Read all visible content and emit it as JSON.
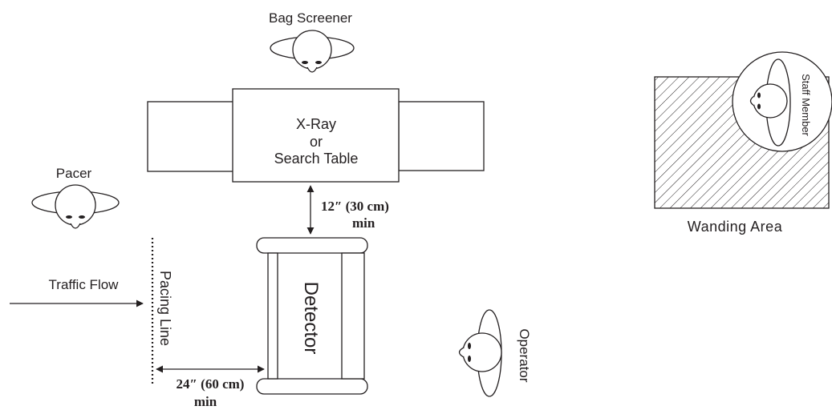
{
  "labels": {
    "bag_screener": "Bag Screener",
    "xray_line1": "X-Ray",
    "xray_line2": "or",
    "xray_line3": "Search Table",
    "pacer": "Pacer",
    "gap_xray_detector_line1": "12″ (30 cm)",
    "gap_xray_detector_line2": "min",
    "traffic_flow": "Traffic Flow",
    "pacing_line": "Pacing Line",
    "detector": "Detector",
    "operator": "Operator",
    "gap_pacing_detector_line1": "24″ (60 cm)",
    "gap_pacing_detector_line2": "min",
    "wanding_area": "Wanding Area",
    "staff_member": "Staff Member"
  },
  "colors": {
    "ink": "#231f20",
    "background": "#ffffff"
  }
}
